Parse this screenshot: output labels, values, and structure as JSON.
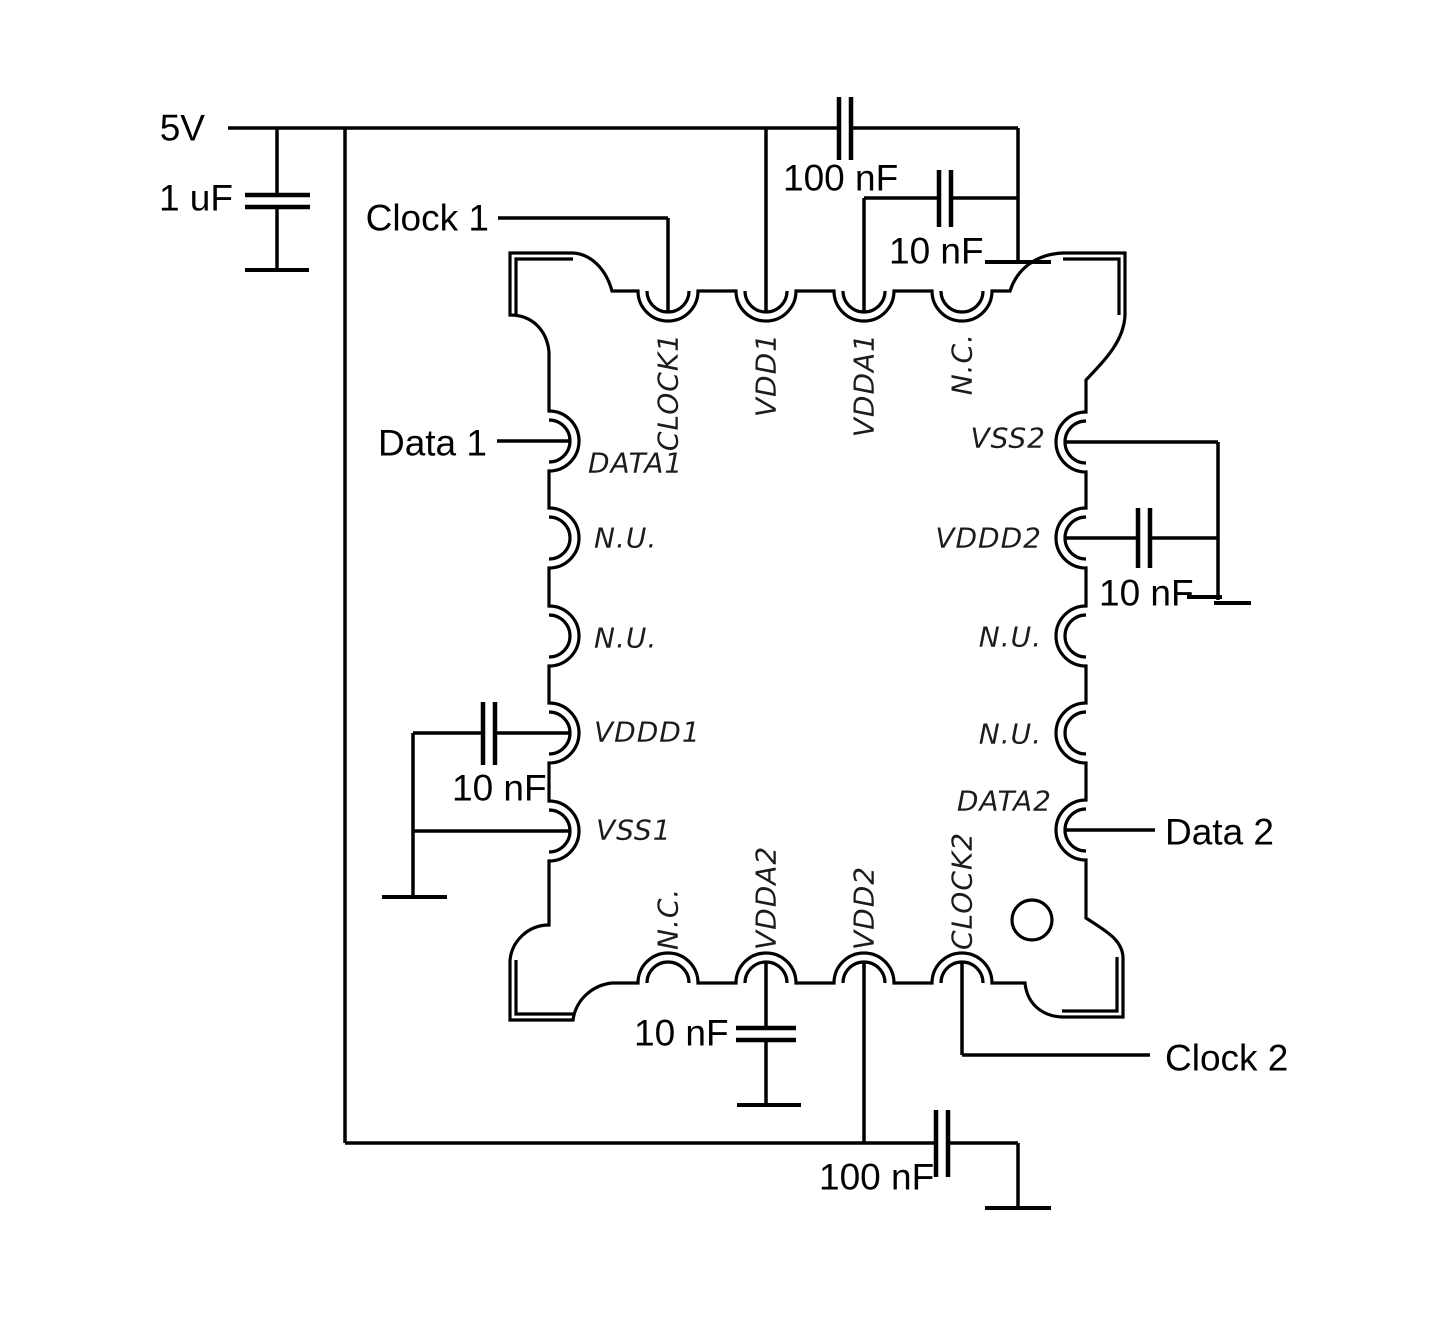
{
  "page": {
    "background": "#ffffff",
    "ink_color": "#000000",
    "pin_text_color": "#1c1c1c"
  },
  "labels": {
    "power_rail": "5V",
    "bulk_cap": "1 uF",
    "clock1": "Clock 1",
    "data1": "Data 1",
    "data2": "Data 2",
    "clock2": "Clock 2",
    "cap_100nf_top": "100 nF",
    "cap_10nf_top_right": "10 nF",
    "cap_10nf_left": "10 nF",
    "cap_10nf_right": "10 nF",
    "cap_10nf_bottom": "10 nF",
    "cap_100nf_bottom": "100 nF"
  },
  "chip": {
    "pins": {
      "top": [
        "CLOCK1",
        "VDD1",
        "VDDA1",
        "N.C."
      ],
      "left": [
        "DATA1",
        "N.U.",
        "N.U.",
        "VDDD1",
        "VSS1"
      ],
      "right": [
        "VSS2",
        "VDDD2",
        "N.U.",
        "N.U.",
        "DATA2"
      ],
      "bottom": [
        "N.C.",
        "VDDA2",
        "VDD2",
        "CLOCK2"
      ]
    }
  }
}
